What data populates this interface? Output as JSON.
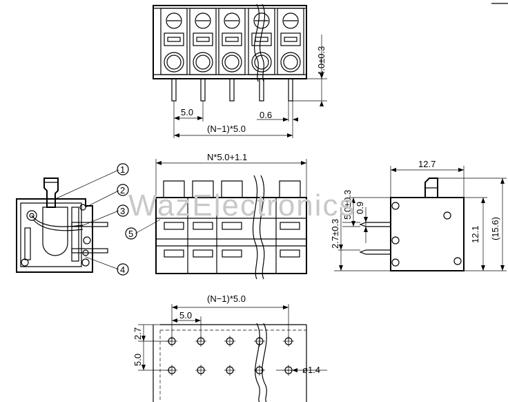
{
  "watermark": "WazElectronics",
  "dims": {
    "top_pitch": "5.0",
    "top_pin_width": "0.6",
    "top_span": "(N−1)*5.0",
    "top_height": "4.0±0.3",
    "front_width": "N*5.0+1.1",
    "side_length": "12.7",
    "side_height_inner": "12.1",
    "side_height_outer": "(15.6)",
    "side_dim_a": "5.0±0.3",
    "side_dim_b": "0.9",
    "side_dim_c": "2.7±0.3",
    "pcb_span": "(N−1)*5.0",
    "pcb_pitch": "5.0",
    "pcb_row_offset": "2.7",
    "pcb_row_pitch": "5.0",
    "pcb_hole": "ø1.4"
  },
  "callouts": [
    "1",
    "2",
    "3",
    "4",
    "5"
  ]
}
